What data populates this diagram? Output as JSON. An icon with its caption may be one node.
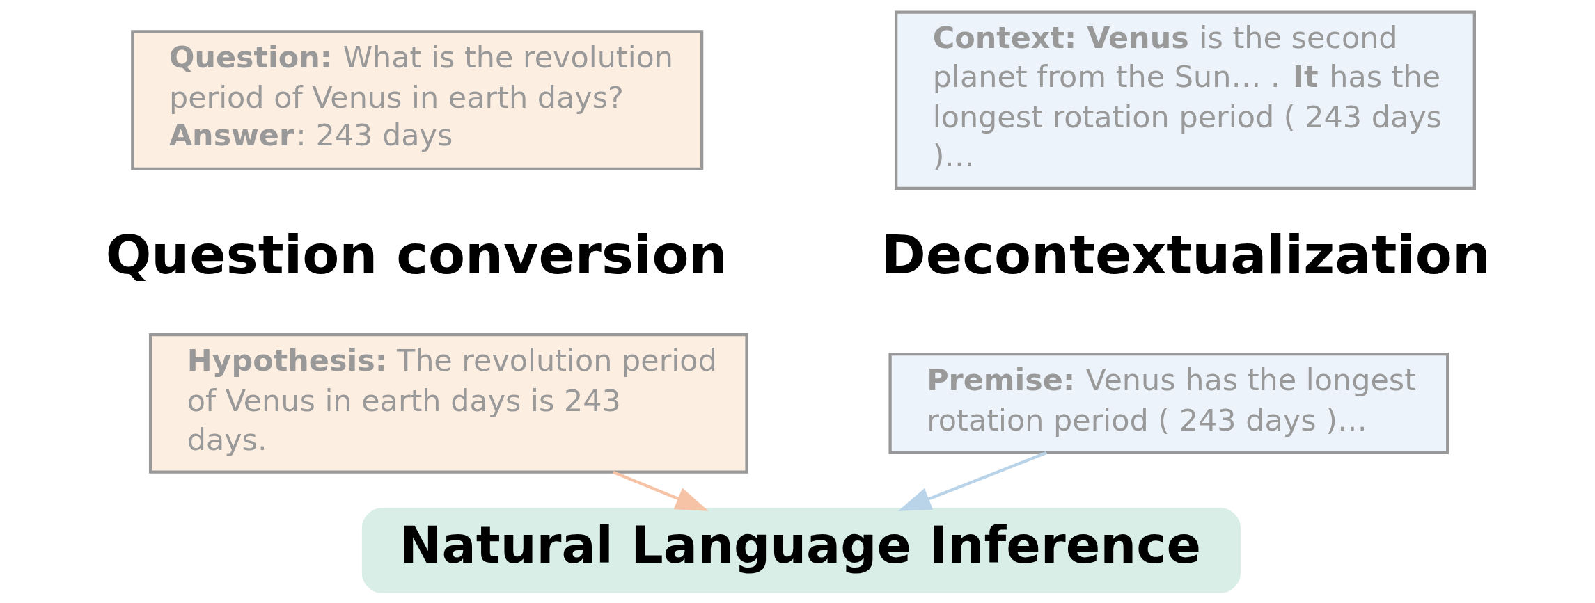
{
  "diagram": {
    "nodes": [
      {
        "text": [
          "**Question:** What is the revolution period of Venus in earth days? **Answer**: 243 days"
        ]
      },
      {
        "text": [
          "**Context: Venus** is the second planet from the Sun… . **It** has the longest rotation period ( 243 days )…"
        ]
      },
      {
        "text": [
          "**Hypothesis:** The revolution period of Venus in earth days is 243 days."
        ]
      },
      {
        "text": [
          "**Premise:** Venus has the longest rotation period ( 243 days )…"
        ]
      },
      {
        "text": [
          "Natural Language Inference"
        ]
      }
    ],
    "edges": [
      {
        "from": 2,
        "to": 4,
        "arrow": "to",
        "color": "#f7c3a6"
      },
      {
        "from": 3,
        "to": 4,
        "arrow": "to",
        "color": "#b9d3e8"
      }
    ],
    "labels": [
      "Question conversion",
      "Decontextualization"
    ]
  }
}
